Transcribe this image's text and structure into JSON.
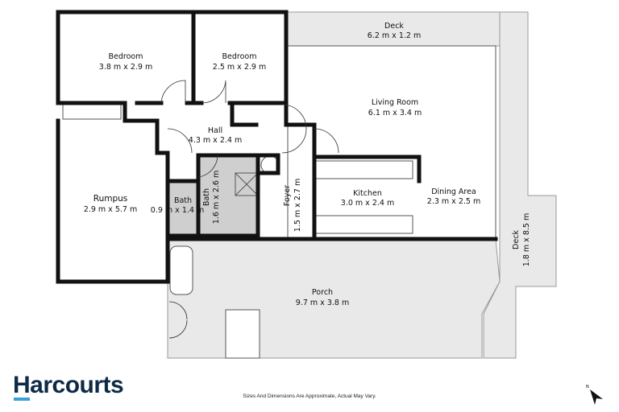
{
  "brand": {
    "name": "Harcourts",
    "accent": "#3aa0da",
    "text_color": "#0e2a47"
  },
  "disclaimer": "Sizes And Dimensions Are Approximate, Actual May Vary.",
  "compass": {
    "label": "N",
    "icon": "north-arrow-icon"
  },
  "colors": {
    "wall": "#111111",
    "outdoor": "#e9e9e9",
    "wet_area": "#cfcfcf"
  },
  "rooms": {
    "deck_top": {
      "name": "Deck",
      "size": "6.2 m x 1.2 m"
    },
    "bedroom1": {
      "name": "Bedroom",
      "size": "3.8 m x 2.9 m"
    },
    "bedroom2": {
      "name": "Bedroom",
      "size": "2.5 m x 2.9 m"
    },
    "living": {
      "name": "Living Room",
      "size": "6.1 m x 3.4 m"
    },
    "hall": {
      "name": "Hall",
      "size": "4.3 m x 2.4 m"
    },
    "rumpus": {
      "name": "Rumpus",
      "size": "2.9 m x 5.7 m"
    },
    "bath_small": {
      "name": "Bath",
      "size": "0.9 m x 1.4 m"
    },
    "bath": {
      "name": "Bath",
      "size": "1.6 m x 2.6 m"
    },
    "foyer": {
      "name": "Foyer",
      "size": "1.5 m x 2.7 m"
    },
    "kitchen": {
      "name": "Kitchen",
      "size": "3.0 m x 2.4 m"
    },
    "dining": {
      "name": "Dining Area",
      "size": "2.3 m x 2.5 m"
    },
    "deck_right": {
      "name": "Deck",
      "size": "1.8 m x 8.5 m"
    },
    "porch": {
      "name": "Porch",
      "size": "9.7 m x 3.8 m"
    }
  }
}
